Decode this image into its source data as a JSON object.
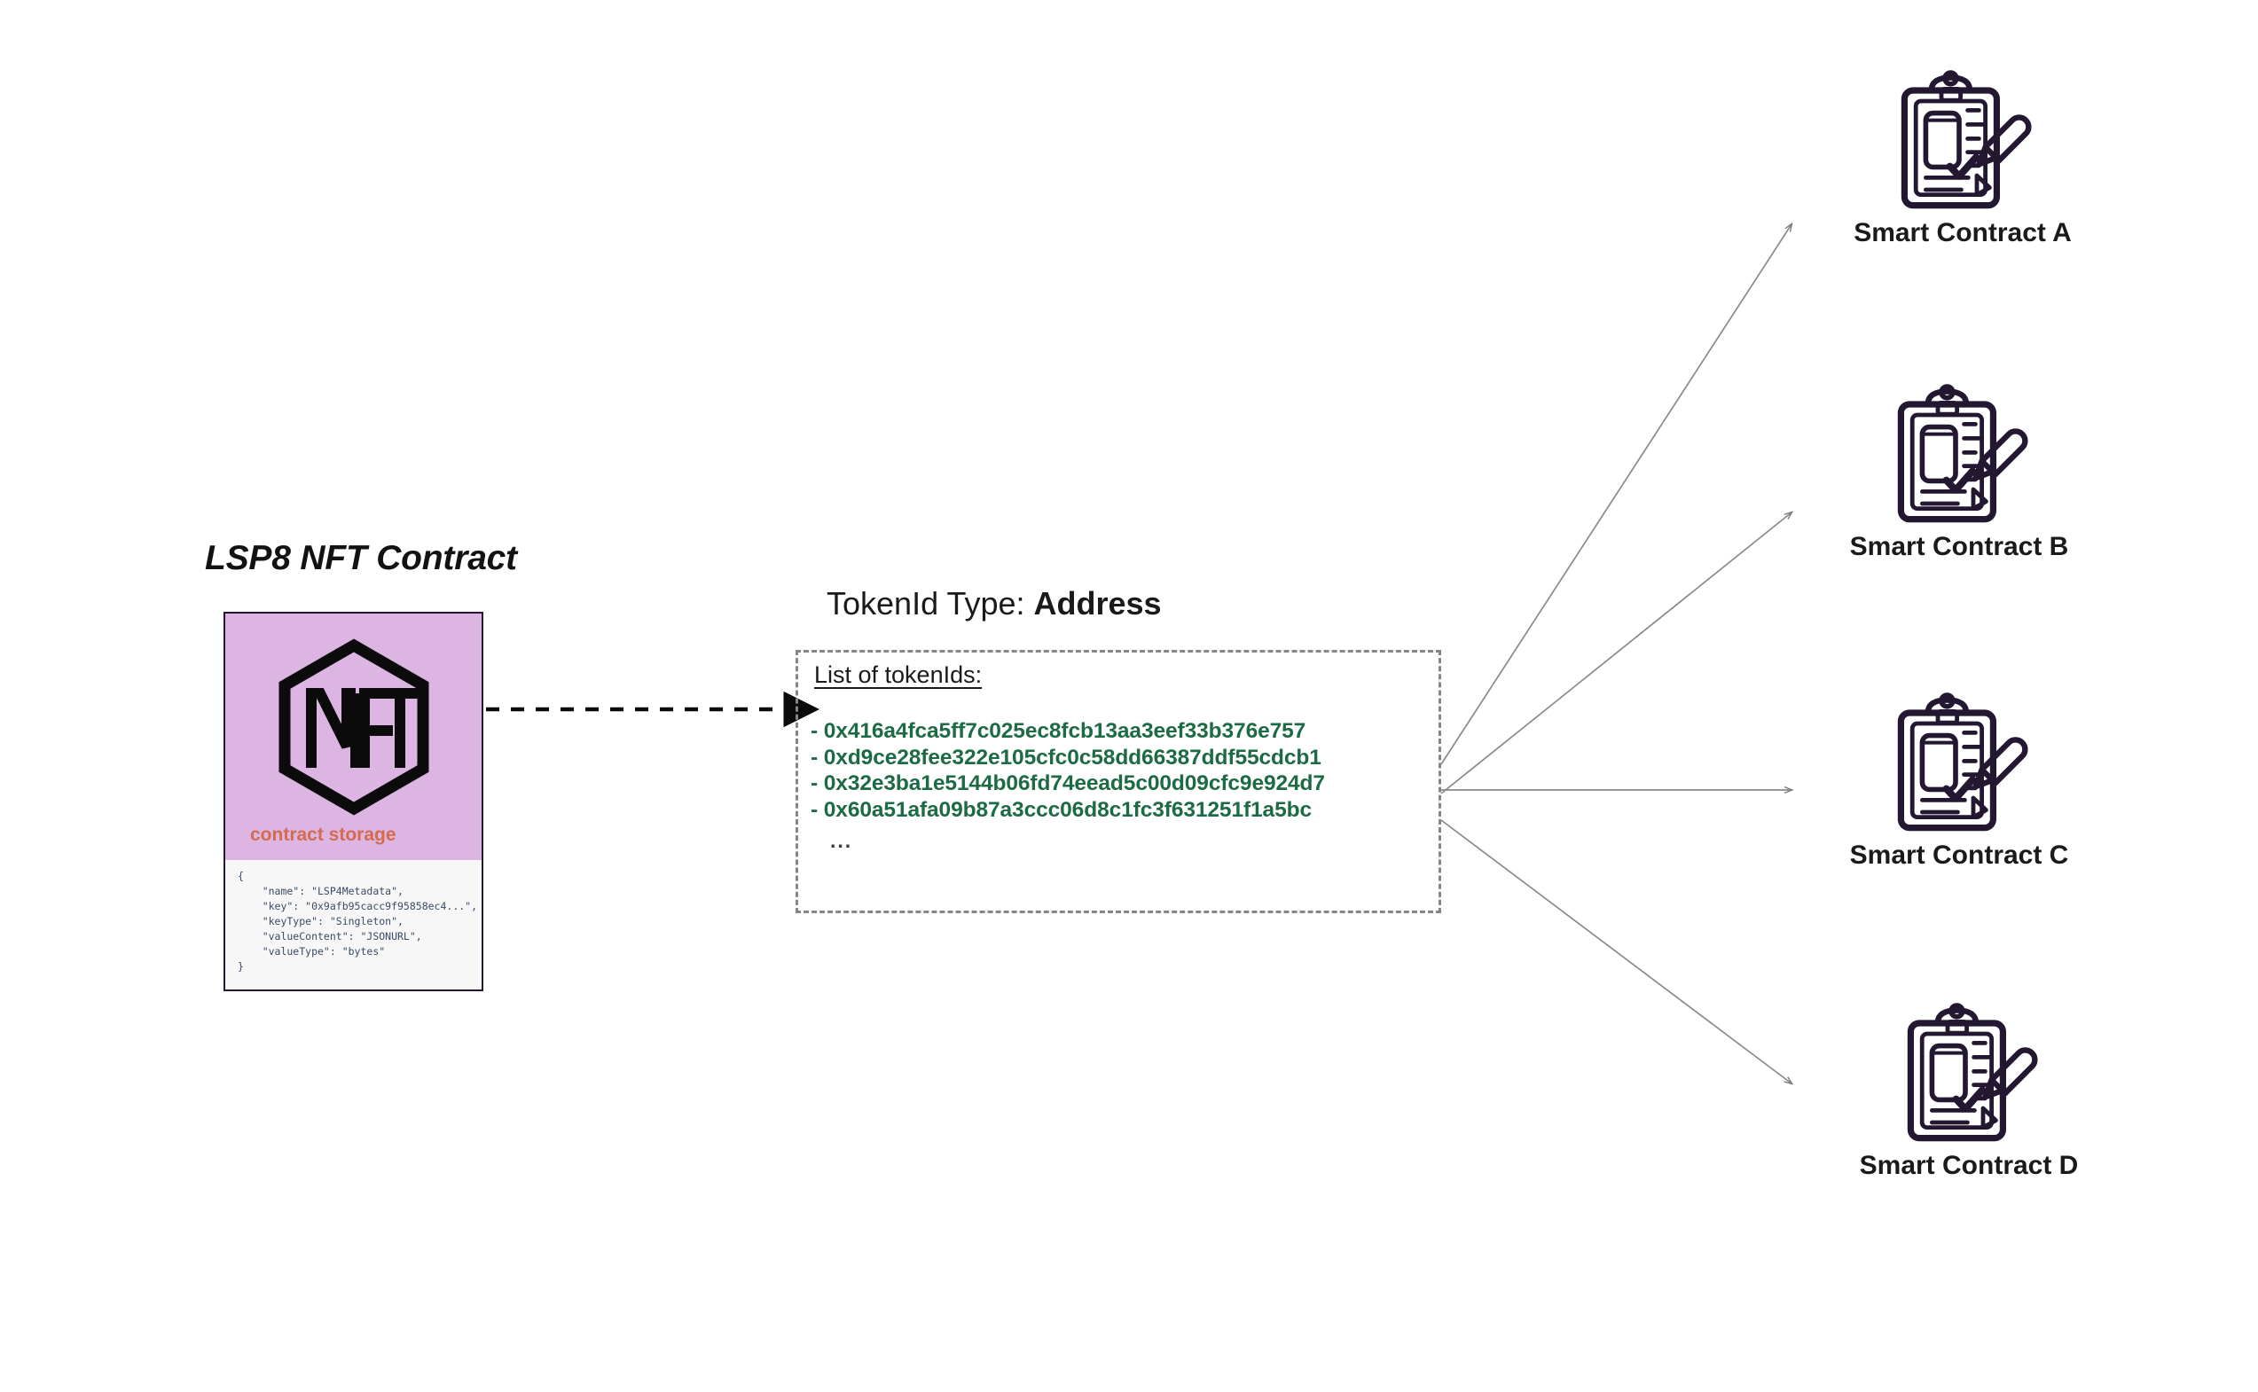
{
  "diagram": {
    "title": "LSP8 NFT Contract",
    "contract_card": {
      "storage_label": "contract storage",
      "logo_text": "NFT",
      "storage_json": "{\n    \"name\": \"LSP4Metadata\",\n    \"key\": \"0x9afb95cacc9f95858ec4...\",\n    \"keyType\": \"Singleton\",\n    \"valueContent\": \"JSONURL\",\n    \"valueType\": \"bytes\"\n}"
    },
    "tokenid_type": {
      "prefix": "TokenId Type: ",
      "value": "Address"
    },
    "tokenid_box": {
      "heading": "List of tokenIds:",
      "items": [
        "- 0x416a4fca5ff7c025ec8fcb13aa3eef33b376e757",
        "- 0xd9ce28fee322e105cfc0c58dd66387ddf55cdcb1",
        "- 0x32e3ba1e5144b06fd74eead5c00d09cfc9e924d7",
        "- 0x60a51afa09b87a3ccc06d8c1fc3f631251f1a5bc"
      ],
      "ellipsis": "..."
    },
    "smart_contracts": [
      {
        "id": "a",
        "label": "Smart Contract A"
      },
      {
        "id": "b",
        "label": "Smart Contract B"
      },
      {
        "id": "c",
        "label": "Smart Contract C"
      },
      {
        "id": "d",
        "label": "Smart Contract D"
      }
    ],
    "colors": {
      "card_purple": "#ddb5e3",
      "storage_text": "#d46b4d",
      "tokenid_green": "#1c6b45",
      "icon_outline": "#231731",
      "dashed_border": "#868686",
      "connector": "#8a8a8a"
    }
  }
}
